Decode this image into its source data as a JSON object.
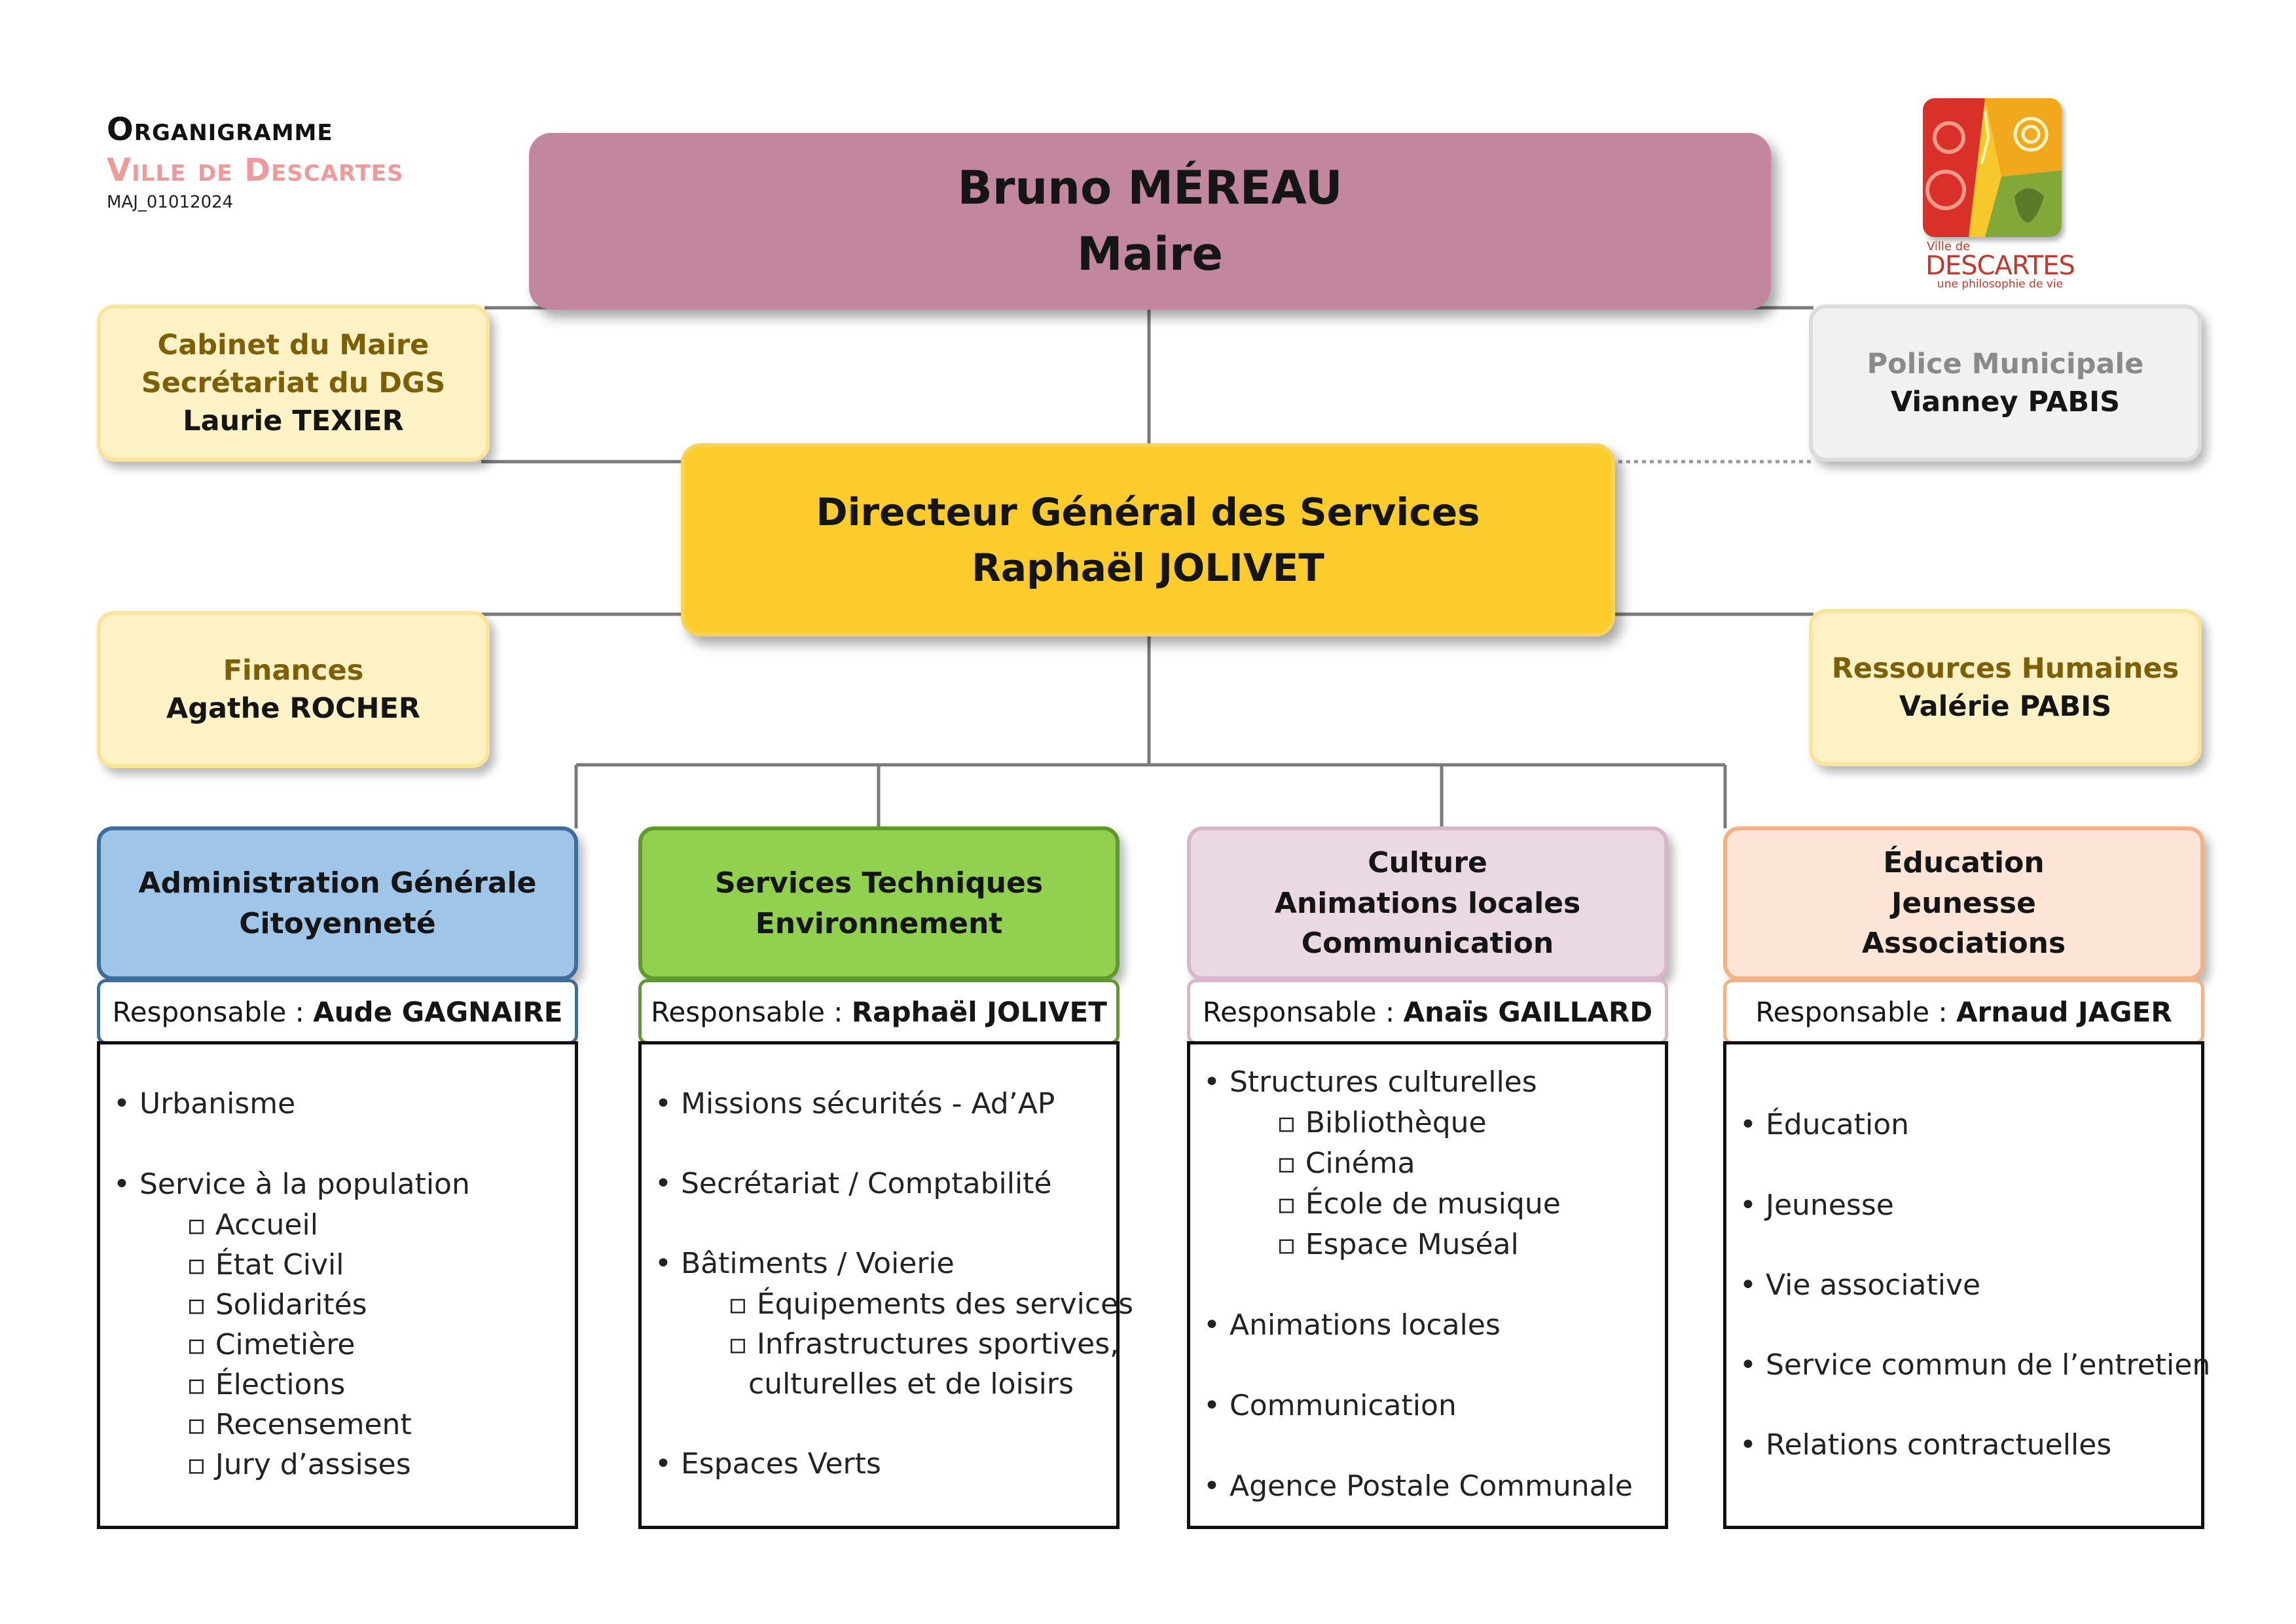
{
  "header": {
    "title": "Organigramme",
    "city": "Ville de Descartes",
    "updated": "MAJ_01012024"
  },
  "logo": {
    "small_text": "Ville de",
    "name": "DESCARTES",
    "tagline": "une philosophie de vie",
    "colors": [
      "#d9302a",
      "#f2a81d",
      "#f6c82b",
      "#82a83a"
    ]
  },
  "mayor": {
    "name": "Bruno MÉREAU",
    "role": "Maire"
  },
  "dgs": {
    "title": "Directeur Général des Services",
    "name": "Raphaël JOLIVET"
  },
  "cabinet": {
    "line1": "Cabinet du Maire",
    "line2": "Secrétariat du DGS",
    "name": "Laurie TEXIER"
  },
  "police": {
    "title": "Police Municipale",
    "name": "Vianney PABIS"
  },
  "finances": {
    "title": "Finances",
    "name": "Agathe ROCHER"
  },
  "rh": {
    "title": "Ressources Humaines",
    "name": "Valérie PABIS"
  },
  "responsable_label": "Responsable :",
  "departments": [
    {
      "lines": [
        "Administration Générale",
        "Citoyenneté"
      ],
      "responsable": "Aude GAGNAIRE",
      "color": "#9fc5e8",
      "border": "#3f6d99",
      "items": [
        {
          "label": "Urbanisme"
        },
        {
          "label": "Service à la population",
          "sub": [
            "Accueil",
            "État Civil",
            "Solidarités",
            "Cimetière",
            "Élections",
            "Recensement",
            "Jury d’assises"
          ]
        }
      ]
    },
    {
      "lines": [
        "Services Techniques",
        "Environnement"
      ],
      "responsable": "Raphaël JOLIVET",
      "color": "#92d050",
      "border": "#5e9a2e",
      "items": [
        {
          "label": "Missions sécurités - Ad’AP"
        },
        {
          "label": "Secrétariat / Comptabilité"
        },
        {
          "label": "Bâtiments / Voierie",
          "sub": [
            "Équipements des services",
            "Infrastructures sportives,",
            "culturelles et de loisirs"
          ]
        },
        {
          "label": "Espaces Verts"
        }
      ]
    },
    {
      "lines": [
        "Culture",
        "Animations locales",
        "Communication"
      ],
      "responsable": "Anaïs GAILLARD",
      "color": "#ead8e3",
      "border": "#d9b6ca",
      "items": [
        {
          "label": "Structures culturelles",
          "sub": [
            "Bibliothèque",
            "Cinéma",
            "École de musique",
            "Espace Muséal"
          ]
        },
        {
          "label": "Animations locales"
        },
        {
          "label": "Communication"
        },
        {
          "label": "Agence Postale Communale"
        }
      ]
    },
    {
      "lines": [
        "Éducation",
        "Jeunesse",
        "Associations"
      ],
      "responsable": "Arnaud JAGER",
      "color": "#fce4d6",
      "border": "#f4b183",
      "items": [
        {
          "label": "Éducation"
        },
        {
          "label": "Jeunesse"
        },
        {
          "label": "Vie associative"
        },
        {
          "label": "Service commun de l’entretien"
        },
        {
          "label": "Relations contractuelles"
        }
      ]
    }
  ]
}
